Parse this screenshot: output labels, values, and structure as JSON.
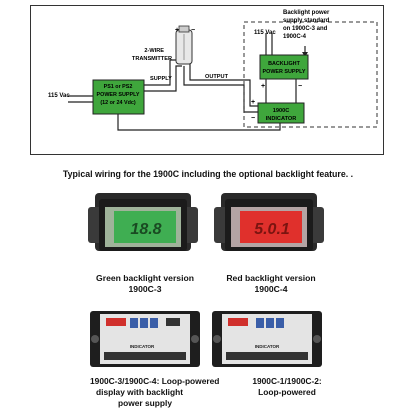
{
  "diagram": {
    "two_wire_label": "2-WIRE",
    "transmitter_label": "TRANSMITTER",
    "supply_label": "SUPPLY",
    "output_label": "OUTPUT",
    "vac_left": "115 Vac",
    "vac_right": "115 Vac",
    "power_supply": [
      "PS1 or PS2",
      "POWER SUPPLY",
      "(12 or 24 Vdc)"
    ],
    "backlight_supply": [
      "BACKLIGHT",
      "POWER SUPPLY"
    ],
    "indicator": [
      "1900C",
      "INDICATOR"
    ],
    "backlight_note": [
      "Backlight power",
      "supply standard",
      "on 1900C-3 and",
      "1900C-4"
    ],
    "plus": "+",
    "minus": "−",
    "colors": {
      "box_green": "#3fa63c",
      "wire": "#222222"
    }
  },
  "main_caption": "Typical wiring for the 1900C including the optional backlight feature. .",
  "photos": {
    "green": {
      "line1": "Green backlight version",
      "line2": "1900C-3",
      "reading": "18.8",
      "color": "#3fae52"
    },
    "red": {
      "line1": "Red backlight version",
      "line2": "1900C-4",
      "reading": "5.0.1",
      "color": "#e0302c"
    }
  },
  "boards": {
    "left": {
      "lines": [
        "1900C-3/1900C-4: Loop-powered",
        "display with backlight",
        "power supply"
      ]
    },
    "right": {
      "lines": [
        "1900C-1/1900C-2:",
        "Loop-powered"
      ]
    },
    "chip_label": "INDICATOR"
  }
}
